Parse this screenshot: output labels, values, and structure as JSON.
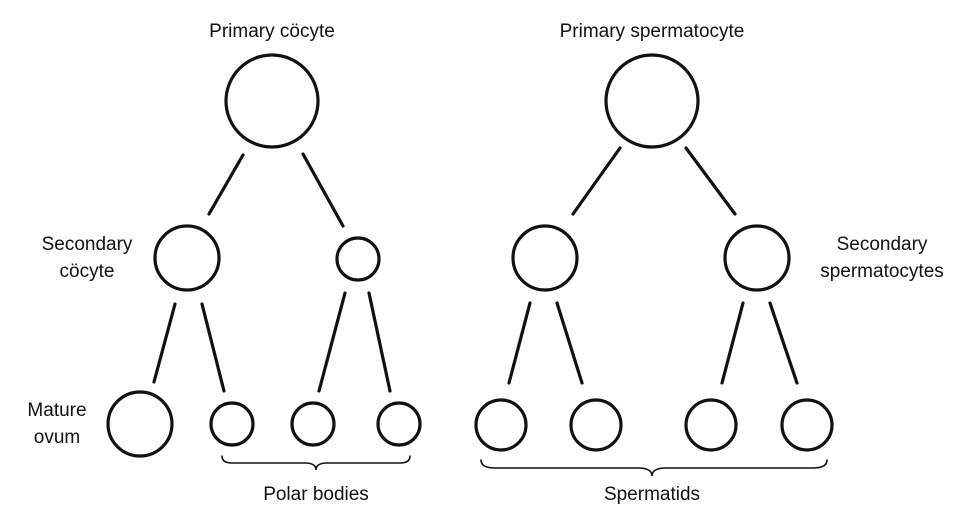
{
  "labels": {
    "primary_oocyte": "Primary cöcyte",
    "primary_spermatocyte": "Primary spermatocyte",
    "secondary_oocyte_line1": "Secondary",
    "secondary_oocyte_line2": "cöcyte",
    "secondary_spermatocytes_line1": "Secondary",
    "secondary_spermatocytes_line2": "spermatocytes",
    "mature_ovum_line1": "Mature",
    "mature_ovum_line2": "ovum",
    "polar_bodies": "Polar bodies",
    "spermatids": "Spermatids"
  }
}
